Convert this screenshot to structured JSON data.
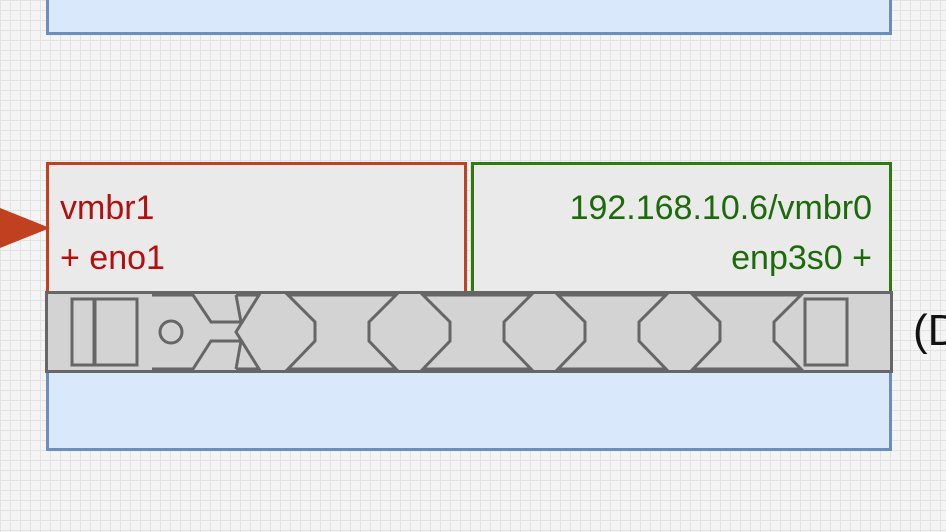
{
  "left_port": {
    "bridge": "vmbr1",
    "interface": "+ eno1"
  },
  "right_port": {
    "bridge": "192.168.10.6/vmbr0",
    "interface": "enp3s0 +"
  },
  "side_label": "(D",
  "colors": {
    "left_port_text": "#b30f0f",
    "left_port_border": "#c0401f",
    "right_port_text": "#1c6a0a",
    "right_port_border": "#2f7a0f",
    "box_fill": "#dae8fc",
    "box_border": "#6c8ebf",
    "arrow": "#c0401f",
    "rack_fill": "#d3d3d3",
    "rack_stroke": "#666666"
  }
}
